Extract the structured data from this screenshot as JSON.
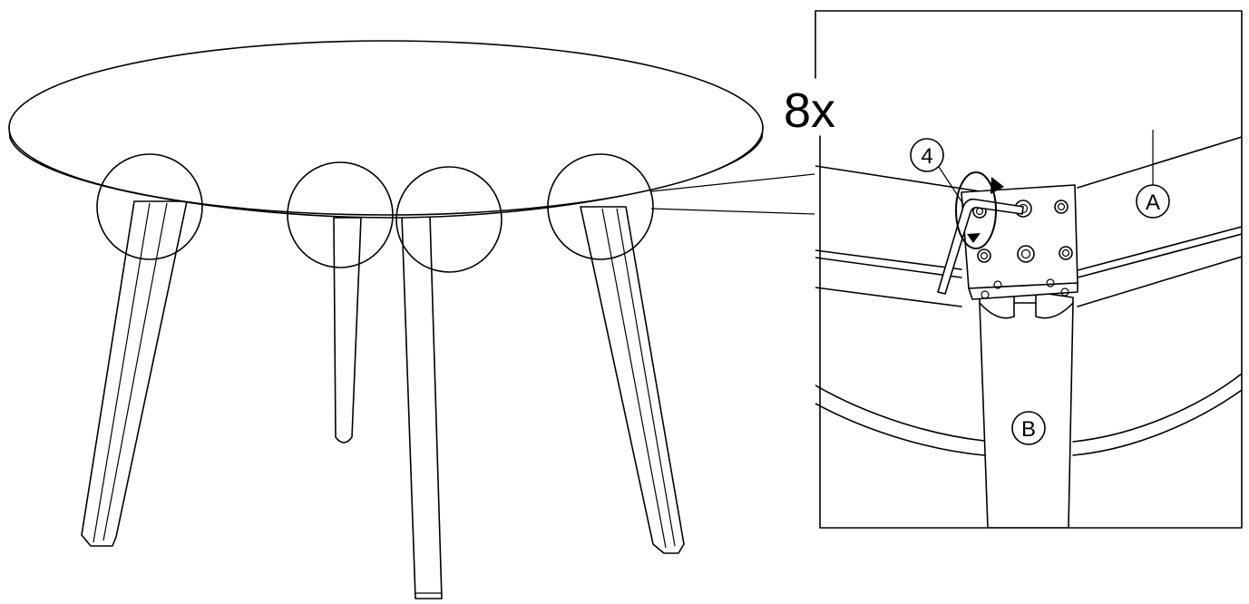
{
  "instruction": {
    "quantity_label": "8x"
  },
  "callouts": {
    "tool": "4",
    "part_a": "A",
    "part_b": "B"
  },
  "colors": {
    "line": "#000000",
    "background": "#ffffff"
  },
  "icons": {
    "rotation": "clockwise-rotation-arrow-icon",
    "tool": "allen-key-icon"
  }
}
